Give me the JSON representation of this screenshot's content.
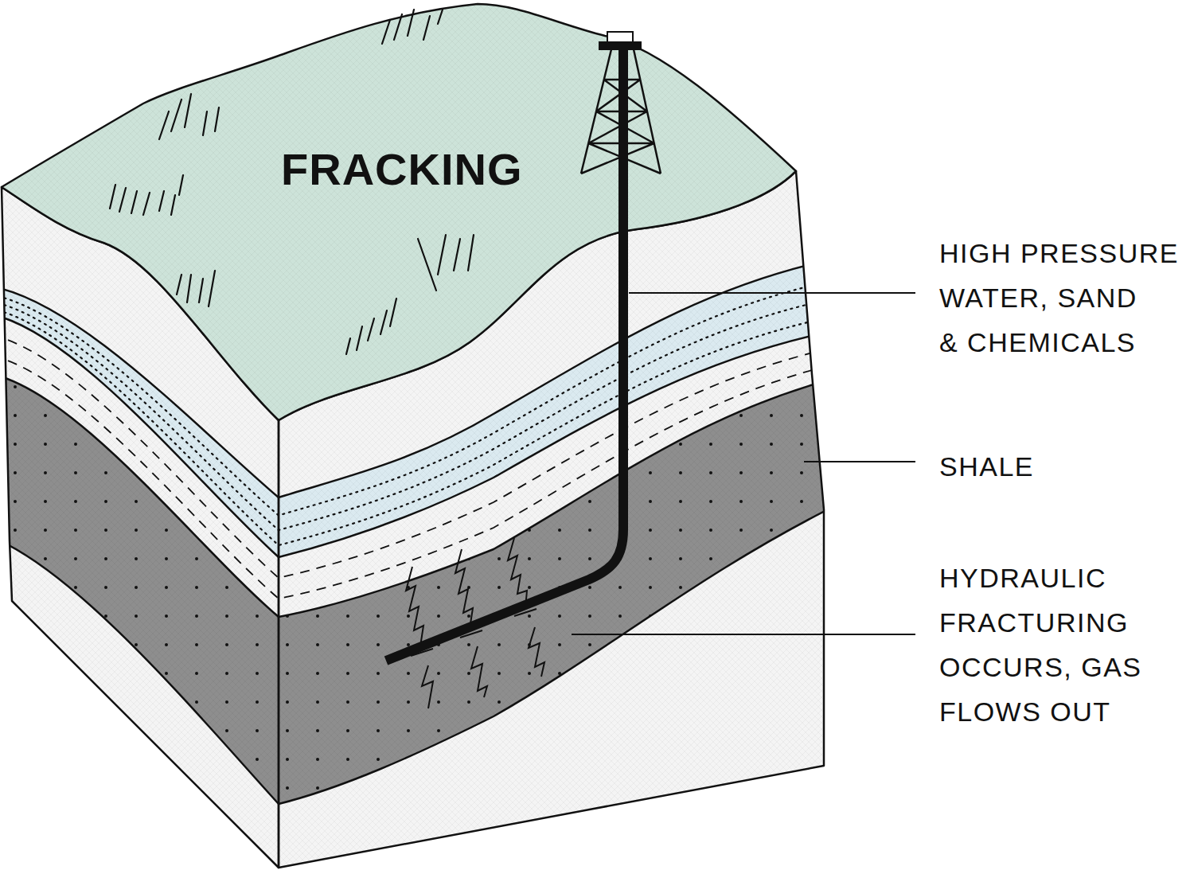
{
  "diagram": {
    "title": "FRACKING",
    "labels": [
      "HIGH PRESSURE WATER, SAND & CHEMICALS",
      "SHALE",
      "HYDRAULIC FRACTURING OCCURS, GAS FLOWS OUT"
    ]
  }
}
